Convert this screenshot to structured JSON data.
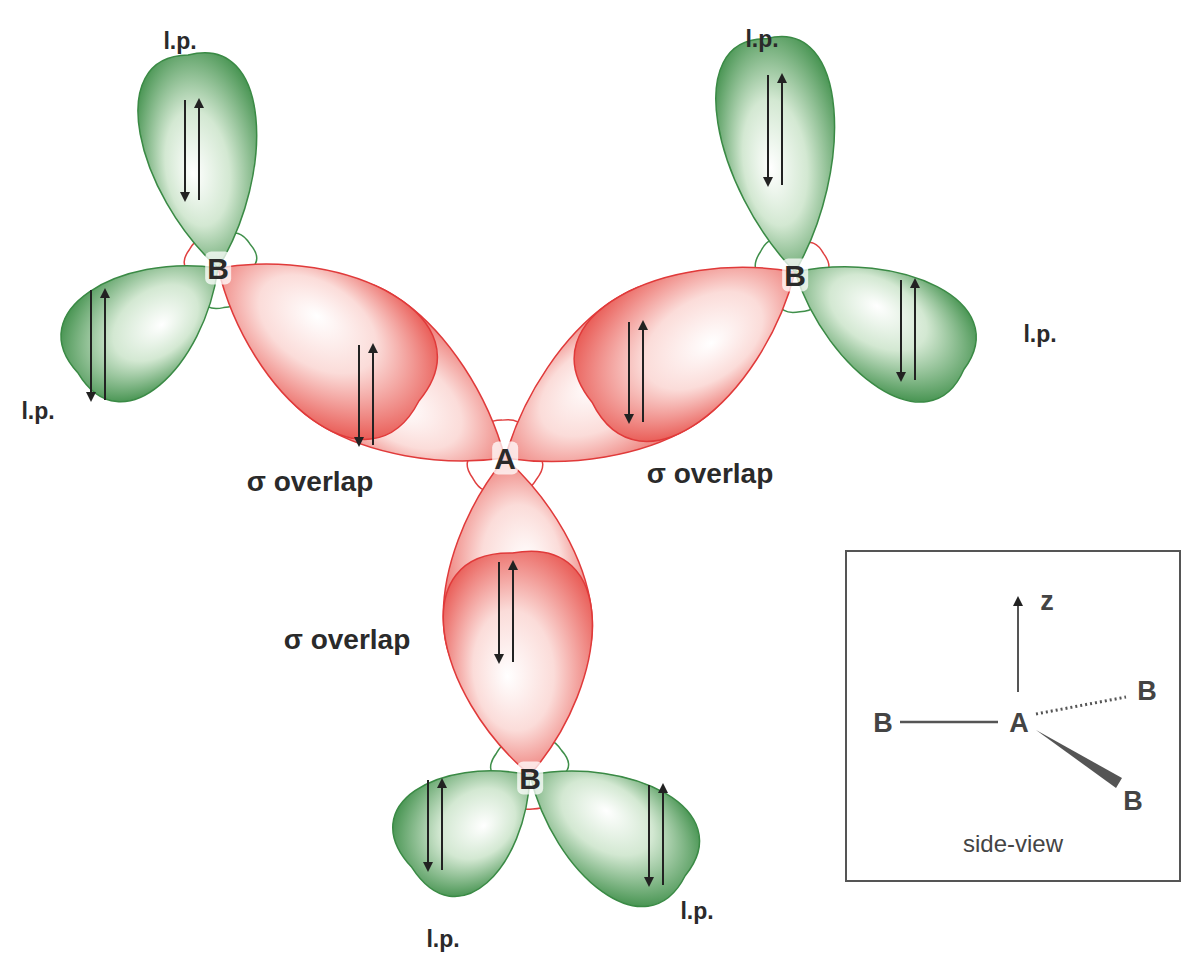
{
  "diagram": {
    "nodes": [
      {
        "text": [
          "z",
          "B",
          "B",
          "A",
          "B",
          "side-view"
        ]
      }
    ],
    "labels": [
      "l.p.",
      "l.p.",
      "B",
      "B",
      "l.p.",
      "l.p.",
      "A",
      "σ overlap",
      "σ overlap",
      "σ overlap",
      "B",
      "l.p.",
      "l.p."
    ]
  }
}
